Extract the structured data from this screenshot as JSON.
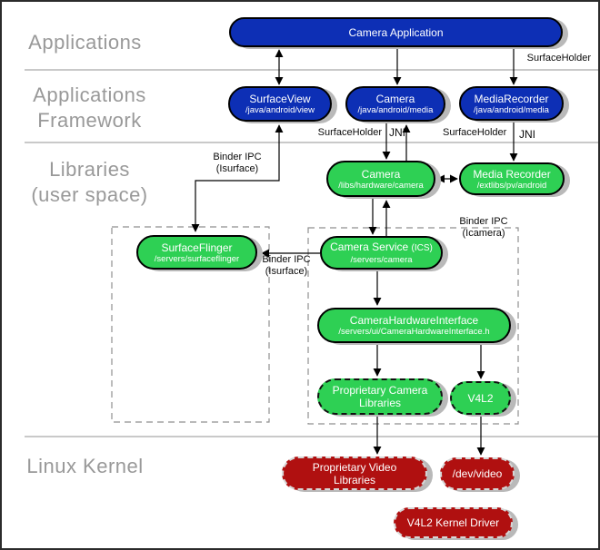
{
  "layers": {
    "applications": "Applications",
    "framework_l1": "Applications",
    "framework_l2": "Framework",
    "libraries_l1": "Libraries",
    "libraries_l2": "(user space)",
    "kernel": "Linux Kernel"
  },
  "nodes": {
    "camera_app": {
      "title": "Camera Application"
    },
    "surface_view": {
      "title": "SurfaceView",
      "path": "/java/android/view"
    },
    "camera_fw": {
      "title": "Camera",
      "path": "/java/android/media"
    },
    "media_recorder_fw": {
      "title": "MediaRecorder",
      "path": "/java/android/media"
    },
    "camera_lib": {
      "title": "Camera",
      "path": "/libs/hardware/camera"
    },
    "media_recorder_lib": {
      "title": "Media Recorder",
      "path": "/extlibs/pv/android"
    },
    "surface_flinger": {
      "title": "SurfaceFlinger",
      "path": "/servers/surfaceflinger"
    },
    "camera_service": {
      "title": "Camera Service",
      "suffix": "(ICS)",
      "path": "/servers/camera"
    },
    "camera_hw_interface": {
      "title": "CameraHardwareInterface",
      "path": "/servers/ui/CameraHardwareInterface.h"
    },
    "proprietary_camera_libs": {
      "title": "Proprietary Camera",
      "title2": "Libraries"
    },
    "v4l2": {
      "title": "V4L2"
    },
    "proprietary_video_libs": {
      "title": "Proprietary Video",
      "title2": "Libraries"
    },
    "dev_video": {
      "title": "/dev/video"
    },
    "v4l2_kernel_driver": {
      "title": "V4L2 Kernel Driver"
    }
  },
  "labels": {
    "surface_holder_top": "SurfaceHolder",
    "surface_holder_camera": "SurfaceHolder",
    "jni_camera": "JNI",
    "surface_holder_media": "SurfaceHolder",
    "jni_media": "JNI",
    "binder_isurface_top_l1": "Binder IPC",
    "binder_isurface_top_l2": "(Isurface)",
    "binder_isurface_mid_l1": "Binder IPC",
    "binder_isurface_mid_l2": "(Isurface)",
    "binder_icamera_l1": "Binder IPC",
    "binder_icamera_l2": "(Icamera)"
  },
  "colors": {
    "framework_blue": "#0d2fb5",
    "userspace_green": "#2ed054",
    "kernel_red": "#b01010",
    "layer_label_gray": "#999999",
    "shadow_gray": "#b9b9b9"
  }
}
